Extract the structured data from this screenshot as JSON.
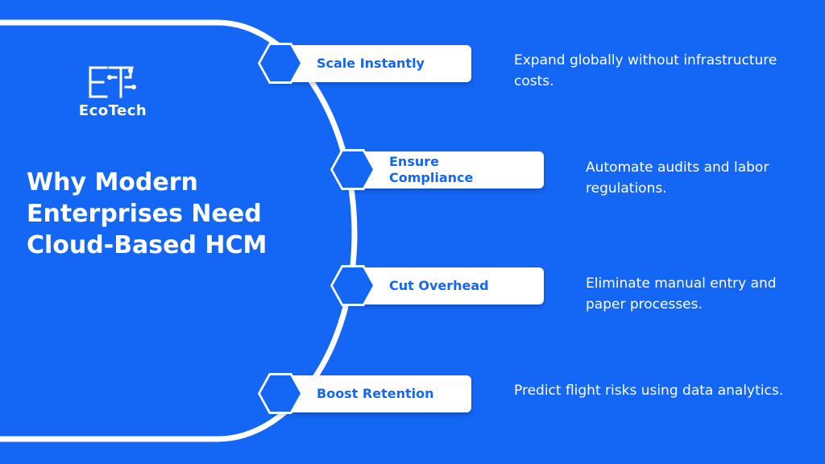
{
  "brand": {
    "name": "EcoTech",
    "mark": "ET"
  },
  "title": "Why Modern Enterprises Need Cloud-Based HCM",
  "items": [
    {
      "label": "Scale Instantly",
      "description": "Expand globally without infrastructure costs."
    },
    {
      "label": "Ensure Compliance",
      "description": "Automate audits and labor regulations."
    },
    {
      "label": "Cut Overhead",
      "description": "Eliminate manual entry and paper processes."
    },
    {
      "label": "Boost Retention",
      "description": "Predict flight risks using data analytics."
    }
  ],
  "colors": {
    "background": "#1466f5",
    "accent": "#1466f5",
    "card": "#ffffff",
    "text": "#ffffff"
  }
}
